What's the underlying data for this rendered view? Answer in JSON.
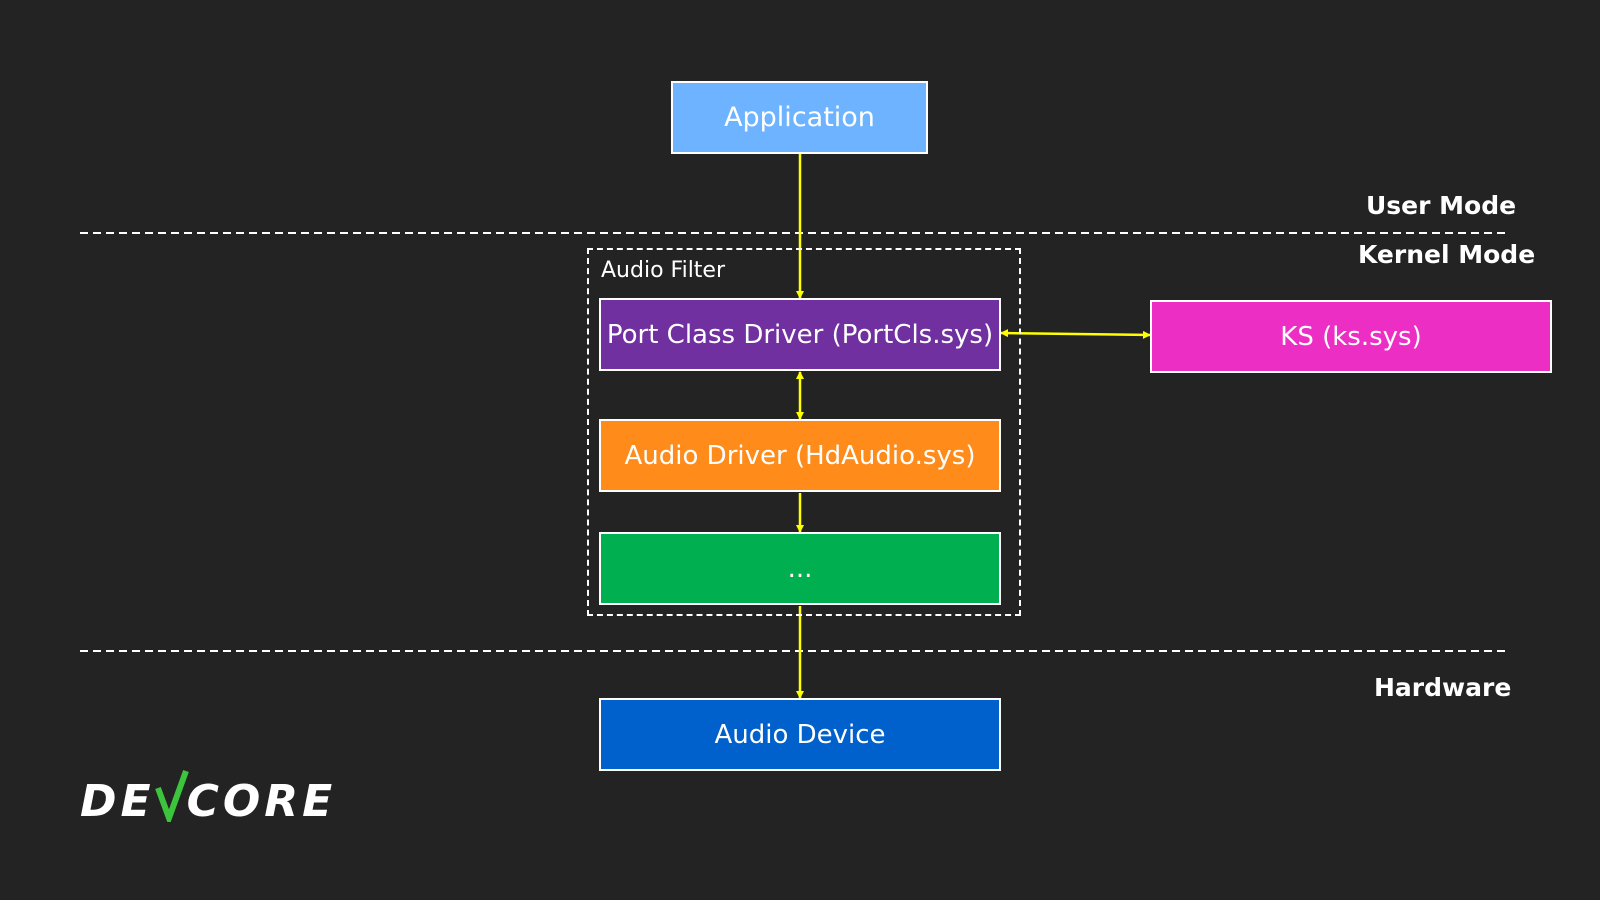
{
  "boxes": {
    "application": "Application",
    "port_class_driver": "Port Class Driver (PortCls.sys)",
    "ks": "KS (ks.sys)",
    "audio_driver": "Audio Driver (HdAudio.sys)",
    "ellipsis": "...",
    "audio_device": "Audio Device"
  },
  "labels": {
    "user_mode": "User Mode",
    "kernel_mode": "Kernel Mode",
    "hardware": "Hardware",
    "audio_filter": "Audio Filter"
  },
  "logo": {
    "text_before": "DE",
    "text_after": "CORE",
    "check_color": "#3cc43c"
  },
  "colors": {
    "application": "#6db3ff",
    "port_class_driver": "#7030a0",
    "ks": "#ec2ec4",
    "audio_driver": "#ff8c1a",
    "ellipsis": "#00b050",
    "audio_device": "#0060cc",
    "connector": "#ffff00"
  }
}
